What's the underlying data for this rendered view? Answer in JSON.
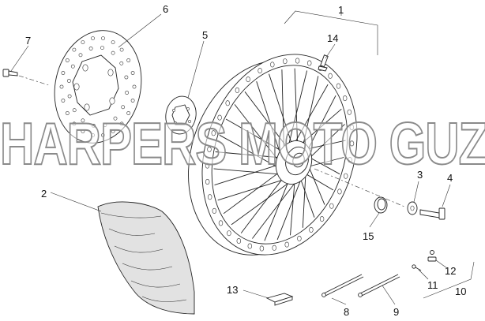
{
  "watermark": {
    "text": "HARPERS MOTO GUZZI©"
  },
  "callouts": [
    {
      "id": "1",
      "label": "1"
    },
    {
      "id": "2",
      "label": "2"
    },
    {
      "id": "3",
      "label": "3"
    },
    {
      "id": "4",
      "label": "4"
    },
    {
      "id": "5",
      "label": "5"
    },
    {
      "id": "6",
      "label": "6"
    },
    {
      "id": "7",
      "label": "7"
    },
    {
      "id": "8",
      "label": "8"
    },
    {
      "id": "9",
      "label": "9"
    },
    {
      "id": "10",
      "label": "10"
    },
    {
      "id": "11",
      "label": "11"
    },
    {
      "id": "12",
      "label": "12"
    },
    {
      "id": "13",
      "label": "13"
    },
    {
      "id": "14",
      "label": "14"
    },
    {
      "id": "15",
      "label": "15"
    }
  ],
  "colors": {
    "line": "#222222",
    "tyre_fill": "#e2e2e2",
    "watermark_stroke": "#8a8a8a"
  }
}
